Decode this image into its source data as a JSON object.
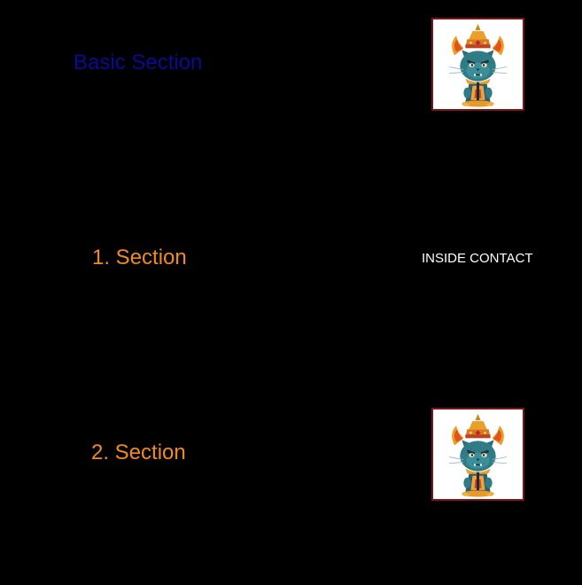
{
  "sections": [
    {
      "title": "Basic Section",
      "logo": "giant-guardian-cat-mascot-icon"
    },
    {
      "title": "1. Section",
      "link_label": "INSIDE CONTACT"
    },
    {
      "title": "2. Section",
      "logo": "giant-guardian-cat-mascot-icon"
    }
  ],
  "colors": {
    "background": "#000000",
    "basic_title": "#0a0a9a",
    "section_title": "#f28a1e",
    "logo_border": "#7a1518",
    "link": "#ffffff"
  }
}
